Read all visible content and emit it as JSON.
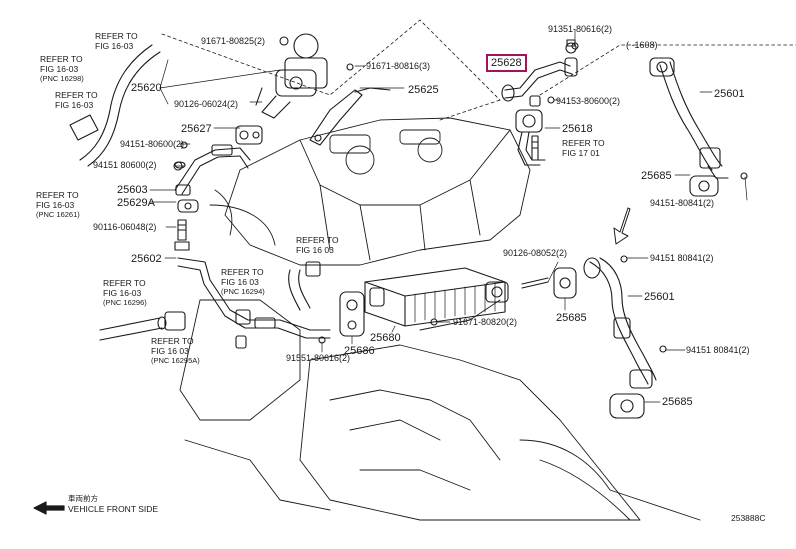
{
  "callouts": {
    "p25628": "25628",
    "p25620": "25620",
    "p25625": "25625",
    "p25627": "25627",
    "p25603": "25603",
    "p25629A": "25629A",
    "p25602": "25602",
    "p25601_top": "25601",
    "p25618": "25618",
    "p25685_top": "25685",
    "p25601_mid": "25601",
    "p25685_mid": "25685",
    "p25685_bot": "25685",
    "p25680": "25680",
    "p25686": "25686"
  },
  "part_numbers": {
    "n91351_80616": "91351-80616(2)",
    "n91671_80825": "91671-80825(2)",
    "n91671_80816": "91671-80816(3)",
    "n90126_06024": "90126-06024(2)",
    "n94151_80600_a": "94151-80600(2)",
    "n94151_80600_b": "94151 80600(2)",
    "n94151_80600_c": "94153-80600(2)",
    "n90116_06048": "90116-06048(2)",
    "n94151_80841_top": "94151-80841(2)",
    "n90126_08052": "90126-08052(2)",
    "n94151_80841_mid": "94151 80841(2)",
    "n94151_80841_low": "94151 80841(2)",
    "n91671_80820": "91671-80820(2)",
    "n91551_80616": "91551-80616(2)",
    "n1608": "(    -1608)"
  },
  "refs": {
    "r1": [
      "REFER TO",
      "FIG 16-03"
    ],
    "r2": [
      "REFER TO",
      "FIG 16-03",
      "(PNC 16298)"
    ],
    "r3": [
      "REFER TO",
      "FIG 16-03"
    ],
    "r4": [
      "REFER TO",
      "FIG 16-03",
      "(PNC 16261)"
    ],
    "r5": [
      "REFER TO",
      "FIG 17 01"
    ],
    "r6": [
      "REFER TO",
      "FIG 16 03"
    ],
    "r7": [
      "REFER TO",
      "FIG 16 03",
      "(PNC 16294)"
    ],
    "r8": [
      "REFER TO",
      "FIG 16-03",
      "(PNC 16296)"
    ],
    "r9": [
      "REFER TO",
      "FIG 16 03",
      "(PNC 16295A)"
    ]
  },
  "footer": {
    "arrow_text_jp": "車両前方",
    "arrow_text": "VEHICLE FRONT SIDE",
    "figure_code": "253888C"
  }
}
